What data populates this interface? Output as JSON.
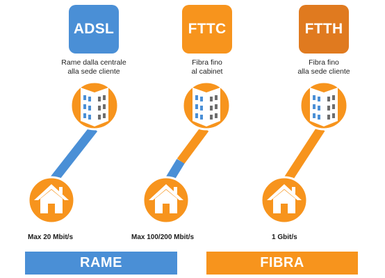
{
  "colors": {
    "blue": "#4a8fd6",
    "orange": "#f7941d",
    "dark_orange": "#e07a1f",
    "building_gray": "#6d6d6d"
  },
  "technologies": [
    {
      "name": "ADSL",
      "line1": "Rame dalla centrale",
      "line2": "alla sede cliente",
      "speed": "Max 20 Mbit/s"
    },
    {
      "name": "FTTC",
      "line1": "Fibra fino",
      "line2": "al cabinet",
      "speed": "Max 100/200 Mbit/s"
    },
    {
      "name": "FTTH",
      "line1": "Fibra fino",
      "line2": "alla sede cliente",
      "speed": "1 Gbit/s"
    }
  ],
  "legend": {
    "copper": "RAME",
    "fiber": "FIBRA"
  },
  "icons": {
    "building": "building-icon",
    "house": "house-icon"
  }
}
